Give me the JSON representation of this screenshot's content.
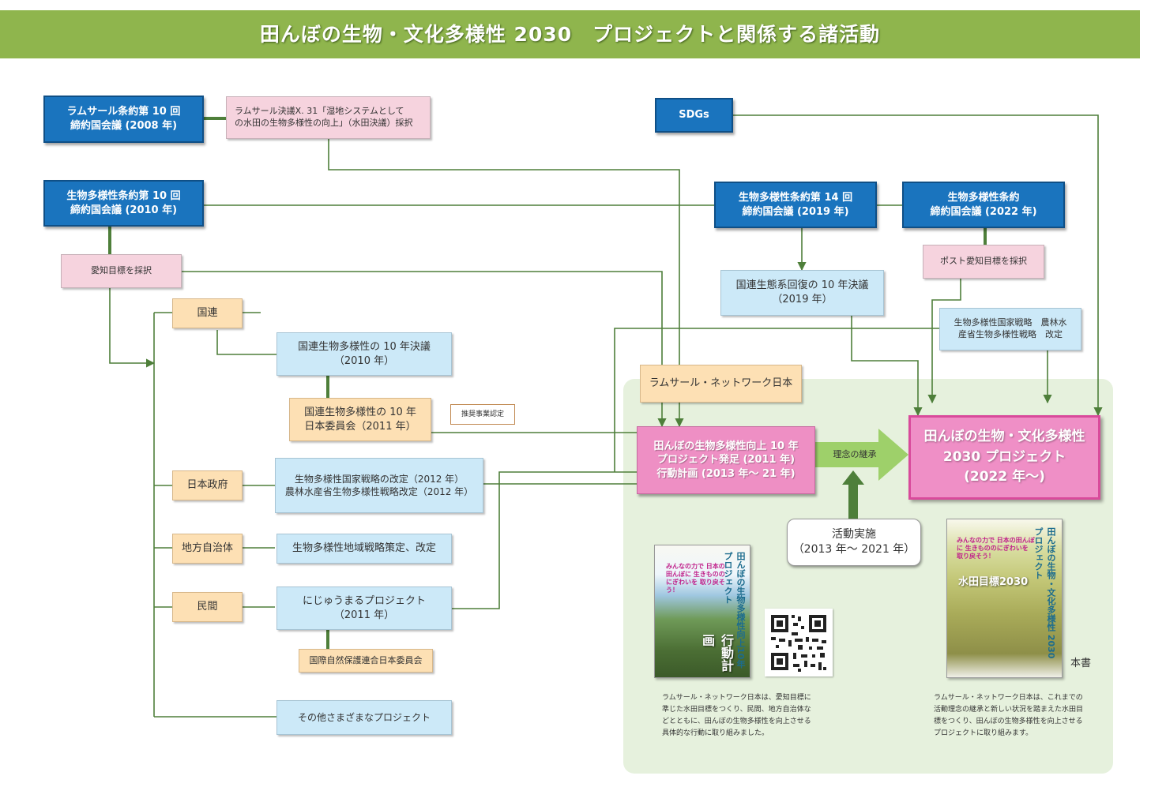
{
  "header": {
    "title": "田んぼの生物・文化多様性 2030　プロジェクトと関係する諸活動"
  },
  "nodes": {
    "ramsar_cop10": [
      "ラムサール条約第 10 回",
      "締約国会議 (2008 年)"
    ],
    "ramsar_resolution": [
      "ラムサール決議Ⅹ. 31「湿地システムとして",
      "の水田の生物多様性の向上」（水田決議）採択"
    ],
    "sdgs": [
      "SDGs"
    ],
    "cbd_cop10": [
      "生物多様性条約第 10 回",
      "締約国会議 (2010 年)"
    ],
    "cbd_cop14": [
      "生物多様性条約第 14 回",
      "締約国会議 (2019 年)"
    ],
    "cbd_2022": [
      "生物多様性条約",
      "締約国会議 (2022 年)"
    ],
    "aichi": [
      "愛知目標を採択"
    ],
    "post_aichi": [
      "ポスト愛知目標を採択"
    ],
    "un_restoration": [
      "国連生態系回復の 10 年決議",
      "（2019 年）"
    ],
    "national_strategy_revision": [
      "生物多様性国家戦略　農林水",
      "産省生物多様性戦略　改定"
    ],
    "un": [
      "国連"
    ],
    "un_decade_resolution": [
      "国連生物多様性の 10 年決議",
      "（2010 年）"
    ],
    "un_decade_committee": [
      "国連生物多様性の 10 年",
      "日本委員会（2011 年）"
    ],
    "recommended": [
      "推奨事業認定"
    ],
    "ramsar_network": [
      "ラムサール・ネットワーク日本"
    ],
    "project_2010s": [
      "田んぼの生物多様性向上 10 年",
      "プロジェクト発足 (2011 年)",
      "行動計画 (2013 年～ 21 年)"
    ],
    "target_project": [
      "田んぼの生物・文化多様性",
      "2030 プロジェクト",
      "(2022 年～)"
    ],
    "japan_gov": [
      "日本政府"
    ],
    "strategy_2012": [
      "生物多様性国家戦略の改定（2012 年）",
      "農林水産省生物多様性戦略改定（2012 年）"
    ],
    "local_gov": [
      "地方自治体"
    ],
    "local_strategy": [
      "生物多様性地域戦略策定、改定"
    ],
    "private": [
      "民間"
    ],
    "nijumaru": [
      "にじゅうまるプロジェクト",
      "（2011 年）"
    ],
    "iucn_japan": [
      "国際自然保護連合日本委員会"
    ],
    "other_projects": [
      "その他さまざまなプロジェクト"
    ],
    "activities": [
      "活動実施",
      "（2013 年～ 2021 年）"
    ]
  },
  "arrow_labels": {
    "succession": "理念の継承"
  },
  "books": {
    "action_plan": {
      "title": "田んぼの生物多様性向上10年プロジェクト",
      "slogan": "みんなの力で 日本の田んぼに 生きもののにぎわいを 取り戻そう！",
      "subtitle": "行動計画"
    },
    "target_2030": {
      "title": "田んぼの生物・文化多様性 2030 プロジェクト",
      "slogan": "みんなの力で 日本の田んぼに 生きもののにぎわいを 取り戻そう！",
      "subtitle": "水田目標2030"
    }
  },
  "labels": {
    "this_book": "本書"
  },
  "descriptions": {
    "left": [
      "ラムサール・ネットワーク日本は、愛知目標に",
      "準じた水田目標をつくり、民間、地方自治体な",
      "どとともに、田んぼの生物多様性を向上させる",
      "具体的な行動に取り組みました。"
    ],
    "right": [
      "ラムサール・ネットワーク日本は、これまでの",
      "活動理念の継承と新しい状況を踏まえた水田目",
      "標をつくり、田んぼの生物多様性を向上させる",
      "プロジェクトに取り組みます。"
    ]
  },
  "colors": {
    "banner": "#8fb54d",
    "connector": "#4e7f3a",
    "conference_box": "#1a74be",
    "decision_box": "#f6d3de",
    "un_box": "#cce9f8",
    "actor_box": "#fde0b4",
    "highlight_box": "#ee8fc4",
    "panel": "#e6f1dd"
  }
}
